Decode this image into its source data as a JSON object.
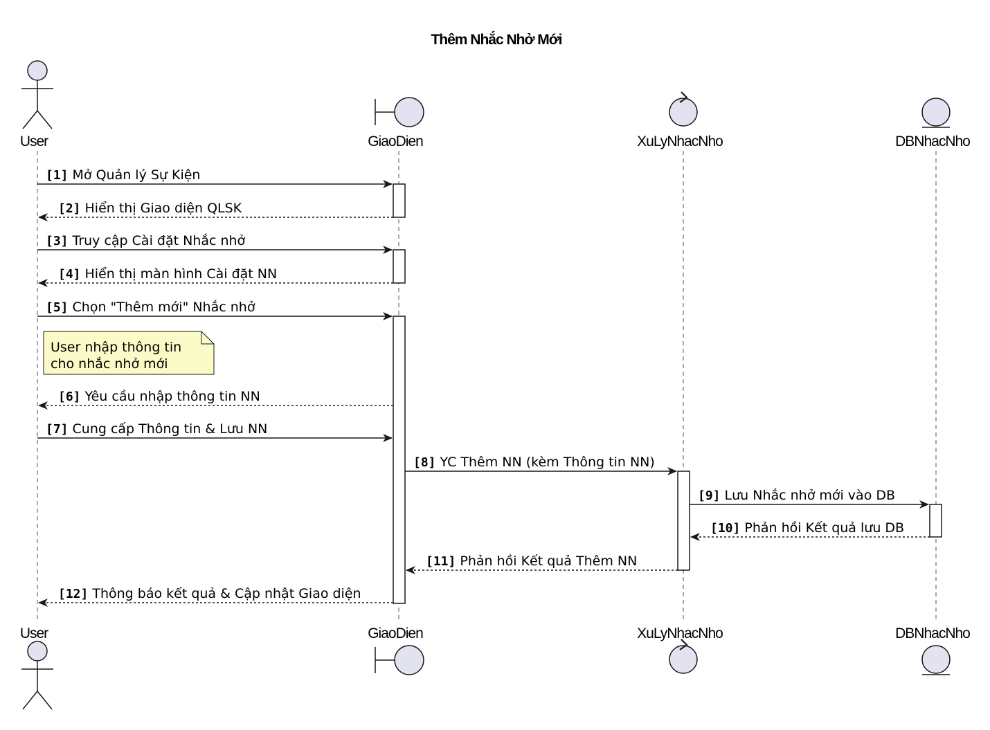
{
  "title": "Thêm Nhắc Nhở Mới",
  "colors": {
    "participant_fill": "#e2e2f0",
    "note_fill": "#fbfbc8",
    "line": "#181818"
  },
  "participants": [
    {
      "id": "user",
      "name": "User",
      "kind": "actor"
    },
    {
      "id": "giaodien",
      "name": "GiaoDien",
      "kind": "boundary"
    },
    {
      "id": "xuly",
      "name": "XuLyNhacNho",
      "kind": "control"
    },
    {
      "id": "db",
      "name": "DBNhacNho",
      "kind": "entity"
    }
  ],
  "messages": [
    {
      "num": "[1]",
      "text": "Mở Quản lý Sự Kiện",
      "from": "user",
      "to": "giaodien",
      "style": "solid"
    },
    {
      "num": "[2]",
      "text": "Hiển thị Giao diện QLSK",
      "from": "giaodien",
      "to": "user",
      "style": "dashed"
    },
    {
      "num": "[3]",
      "text": "Truy cập Cài đặt Nhắc nhở",
      "from": "user",
      "to": "giaodien",
      "style": "solid"
    },
    {
      "num": "[4]",
      "text": "Hiển thị màn hình Cài đặt NN",
      "from": "giaodien",
      "to": "user",
      "style": "dashed"
    },
    {
      "num": "[5]",
      "text": "Chọn \"Thêm mới\" Nhắc nhở",
      "from": "user",
      "to": "giaodien",
      "style": "solid"
    },
    {
      "num": "[6]",
      "text": "Yêu cầu nhập thông tin NN",
      "from": "giaodien",
      "to": "user",
      "style": "dashed"
    },
    {
      "num": "[7]",
      "text": "Cung cấp Thông tin & Lưu NN",
      "from": "user",
      "to": "giaodien",
      "style": "solid"
    },
    {
      "num": "[8]",
      "text": "YC Thêm NN (kèm Thông tin NN)",
      "from": "giaodien",
      "to": "xuly",
      "style": "solid"
    },
    {
      "num": "[9]",
      "text": "Lưu Nhắc nhở mới vào DB",
      "from": "xuly",
      "to": "db",
      "style": "solid"
    },
    {
      "num": "[10]",
      "text": "Phản hồi Kết quả lưu DB",
      "from": "db",
      "to": "xuly",
      "style": "dashed"
    },
    {
      "num": "[11]",
      "text": "Phản hồi Kết quả Thêm NN",
      "from": "xuly",
      "to": "giaodien",
      "style": "dashed"
    },
    {
      "num": "[12]",
      "text": "Thông báo kết quả & Cập nhật Giao diện",
      "from": "giaodien",
      "to": "user",
      "style": "dashed"
    }
  ],
  "note": {
    "lines": [
      "User nhập thông tin",
      "cho nhắc nhở mới"
    ]
  }
}
